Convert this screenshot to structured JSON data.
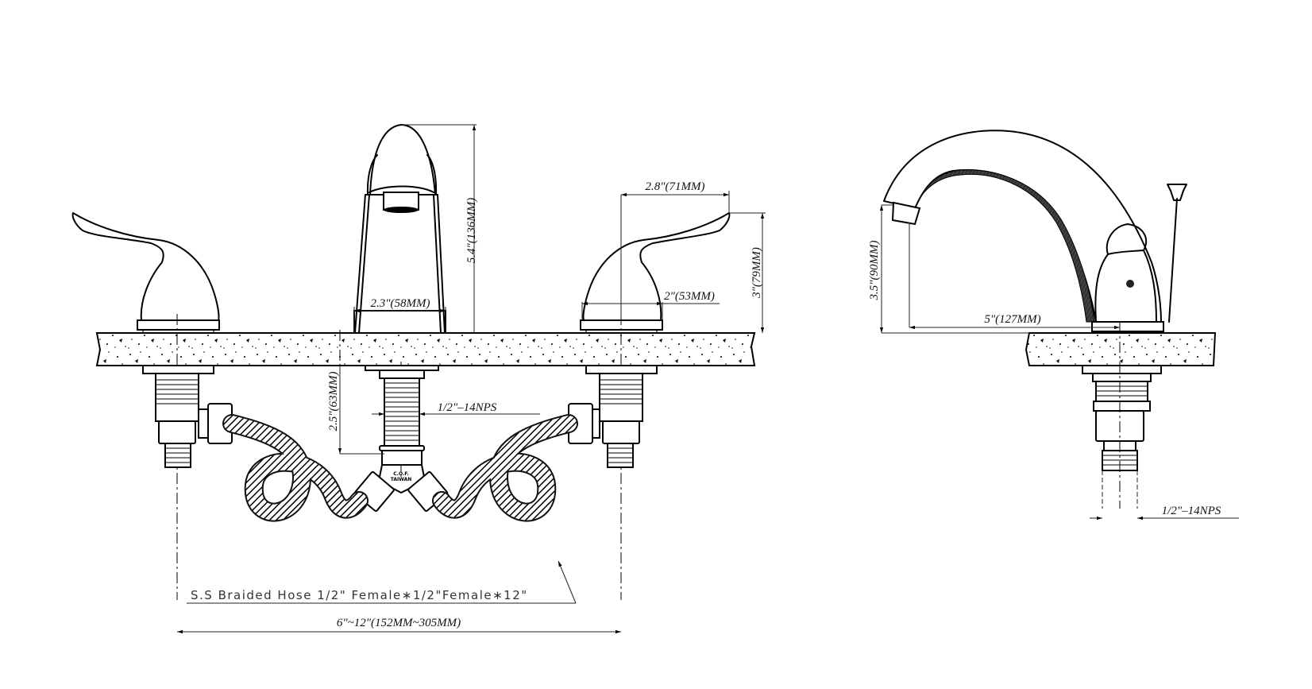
{
  "drawing": {
    "title": "Widespread bathroom faucet dimension drawing",
    "views": [
      "front-view",
      "side-view"
    ],
    "colors": {
      "line": "#000000",
      "background": "#ffffff",
      "dimension": "#222222"
    }
  },
  "front_view": {
    "dimensions": {
      "spout_height": "5.4\"(136MM)",
      "spout_base_width": "2.3\"(58MM)",
      "handle_reach": "2.8\"(71MM)",
      "handle_base_width": "2\"(53MM)",
      "handle_height": "3\"(79MM)",
      "shank_length": "2.5\"(63MM)",
      "center_thread": "1/2\"–14NPS",
      "spread": "6\"~12\"(152MM~305MM)"
    },
    "hose_label": "S.S Braided Hose 1/2\" Female∗1/2\"Female∗12\"",
    "fitting_mark": [
      "C.O.F.",
      "TAIWAN"
    ]
  },
  "side_view": {
    "dimensions": {
      "spout_clearance_height": "3.5\"(90MM)",
      "spout_reach": "5\"(127MM)",
      "thread": "1/2\"–14NPS"
    }
  }
}
